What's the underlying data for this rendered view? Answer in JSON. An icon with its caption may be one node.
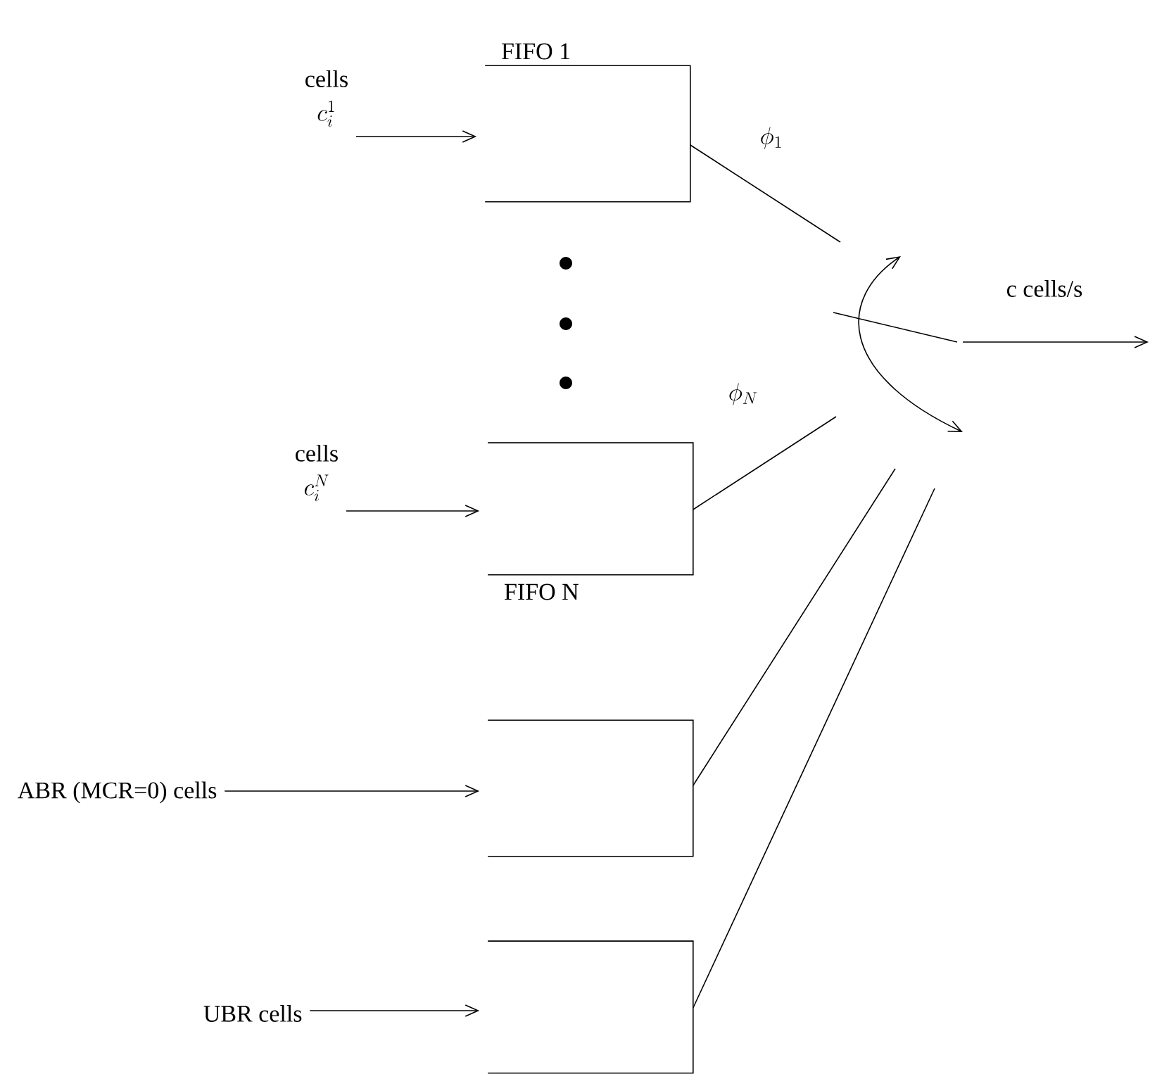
{
  "diagram": {
    "nodes": [
      {
        "text": [
          "FIFO 1"
        ]
      },
      {
        "text": [
          "FIFO N"
        ]
      },
      {
        "text": [],
        "shape": "box"
      },
      {
        "text": [],
        "shape": "box"
      },
      {
        "text": [
          "cells",
          "c_i^1"
        ]
      },
      {
        "text": [
          "cells",
          "c_i^N"
        ]
      },
      {
        "text": [
          "ABR (MCR=0) cells"
        ]
      },
      {
        "text": [
          "UBR cells"
        ]
      }
    ],
    "edges": [
      {
        "from": 4,
        "to": 0,
        "arrow": "to"
      },
      {
        "from": 5,
        "to": 1,
        "arrow": "to"
      },
      {
        "from": 6,
        "to": 2,
        "arrow": "to"
      },
      {
        "from": 7,
        "to": 3,
        "arrow": "to"
      },
      {
        "from": 0,
        "to": null,
        "arrow": "none",
        "label": "\\phi_1"
      },
      {
        "from": 1,
        "to": null,
        "arrow": "none",
        "label": "\\phi_N"
      },
      {
        "from": 2,
        "to": null,
        "arrow": "none"
      },
      {
        "from": 3,
        "to": null,
        "arrow": "none"
      }
    ],
    "labels": [
      "c  cells/s"
    ]
  }
}
